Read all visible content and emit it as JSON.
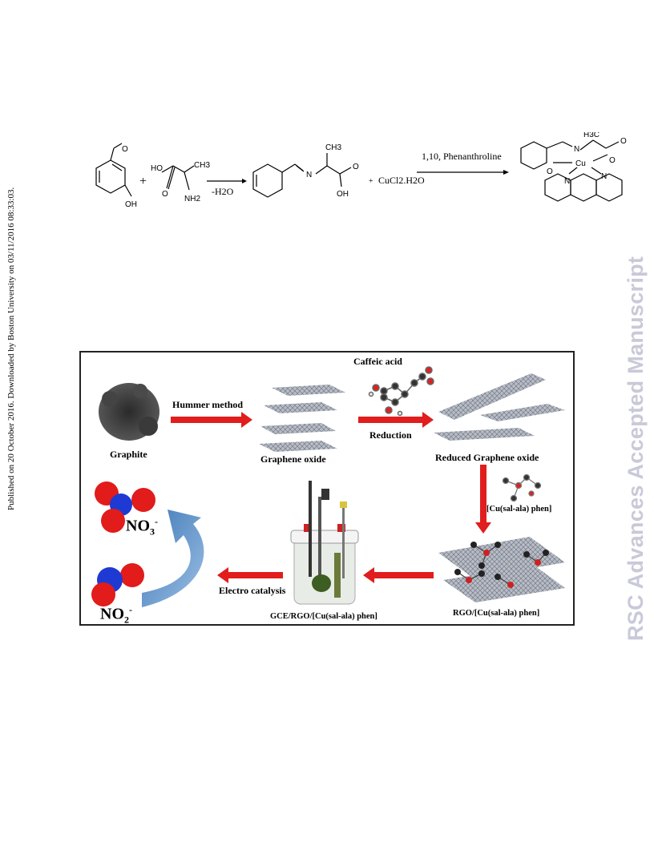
{
  "side_note": "Published on 20 October 2016. Downloaded by Boston University on 03/11/2016 08:33:03.",
  "watermark": "RSC Advances Accepted Manuscript",
  "reaction": {
    "reactant1": {
      "aldehyde": "O",
      "hydroxyl": "OH"
    },
    "plus": "+",
    "reactant2": {
      "acid": "HO",
      "o_label": "O",
      "methyl": "CH3",
      "amine": "NH2"
    },
    "condition": "-H2O",
    "product": {
      "imine_n": "N",
      "methyl": "CH3",
      "o_label": "O",
      "oh_label": "OH"
    },
    "plus2": "+",
    "reagent": "CuCl2.H2O",
    "arrow_label": "1,10, Phenanthroline",
    "complex": {
      "methyl": "H3C",
      "n": "N",
      "o": "O",
      "cu": "Cu",
      "o2": "O",
      "o3": "O",
      "n1": "N",
      "n2": "N"
    }
  },
  "scheme": {
    "graphite": "Graphite",
    "hummer": "Hummer method",
    "graphene_oxide": "Graphene oxide",
    "caffeic_acid": "Caffeic acid",
    "reduction": "Reduction",
    "rgo": "Reduced Graphene oxide",
    "complex": "[Cu(sal-ala) phen]",
    "rgo_complex": "RGO/[Cu(sal-ala) phen]",
    "gce": "GCE/RGO/[Cu(sal-ala) phen]",
    "electro": "Electro catalysis",
    "no3": {
      "base": "NO",
      "sub": "3",
      "sup": "-"
    },
    "no2": {
      "base": "NO",
      "sub": "2",
      "sup": "-"
    }
  }
}
